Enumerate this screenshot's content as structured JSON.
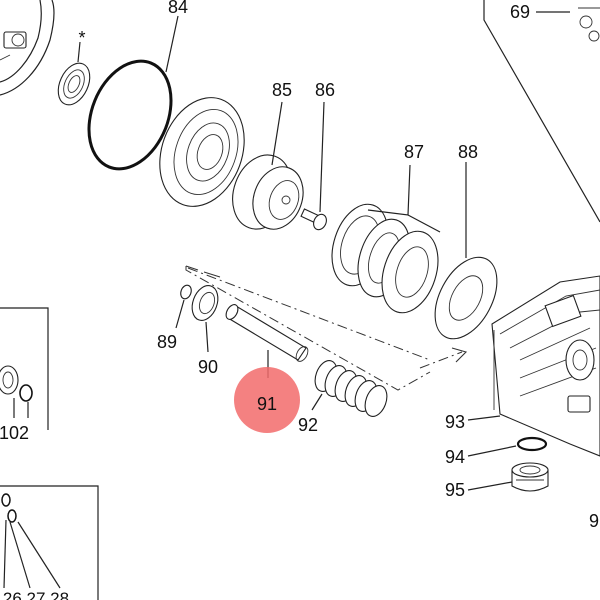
{
  "diagram": {
    "labels": {
      "p84": "84",
      "p85": "85",
      "p86": "86",
      "p87": "87",
      "p88": "88",
      "p89": "89",
      "p90": "90",
      "p91": "91",
      "p92": "92",
      "p93": "93",
      "p94": "94",
      "p95": "95",
      "p69": "69",
      "p102": "102",
      "asterisk": "*",
      "p9x": "9",
      "bottom_left": "26 27 28"
    },
    "colors": {
      "highlight": "#f26b6b",
      "line": "#222222",
      "background": "#ffffff"
    }
  }
}
